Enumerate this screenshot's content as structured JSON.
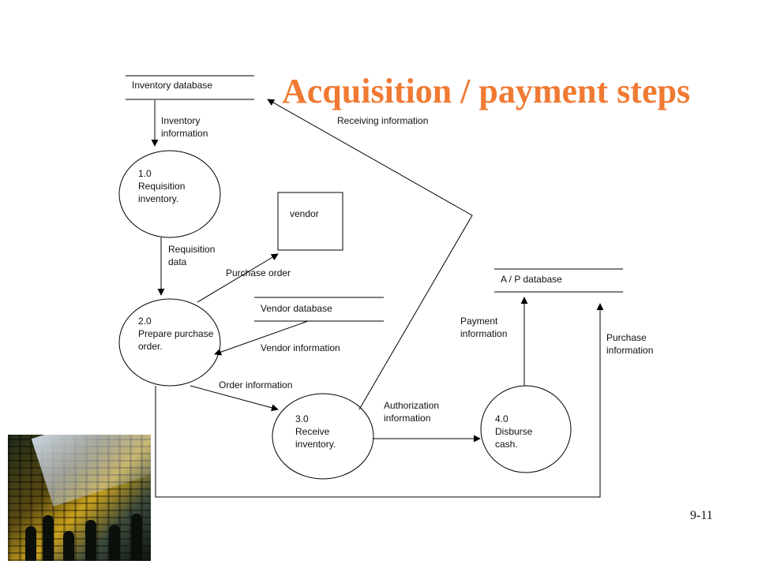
{
  "title": "Acquisition / payment steps",
  "slide_number": "9-11",
  "colors": {
    "title": "#f07a33",
    "lines": "#000000"
  },
  "data_stores": {
    "inventory_db": "Inventory database",
    "vendor_db": "Vendor database",
    "ap_db": "A / P database"
  },
  "entity": {
    "vendor": "vendor"
  },
  "processes": {
    "p1": {
      "number": "1.0",
      "line1": "Requisition",
      "line2": "inventory."
    },
    "p2": {
      "number": "2.0",
      "line1": "Prepare purchase",
      "line2": "order."
    },
    "p3": {
      "number": "3.0",
      "line1": "Receive",
      "line2": "inventory."
    },
    "p4": {
      "number": "4.0",
      "line1": "Disburse",
      "line2": "cash."
    }
  },
  "flows": {
    "inventory_info": {
      "line1": "Inventory",
      "line2": "information"
    },
    "receiving_info": "Receiving information",
    "requisition_data": {
      "line1": "Requisition",
      "line2": "data"
    },
    "purchase_order": "Purchase order",
    "vendor_info": "Vendor information",
    "order_info": "Order information",
    "authorization_info": {
      "line1": "Authorization",
      "line2": "information"
    },
    "payment_info": {
      "line1": "Payment",
      "line2": "information"
    },
    "purchase_info": {
      "line1": "Purchase",
      "line2": "information"
    }
  },
  "photo": {
    "icon": "city-trading-floor-image"
  }
}
